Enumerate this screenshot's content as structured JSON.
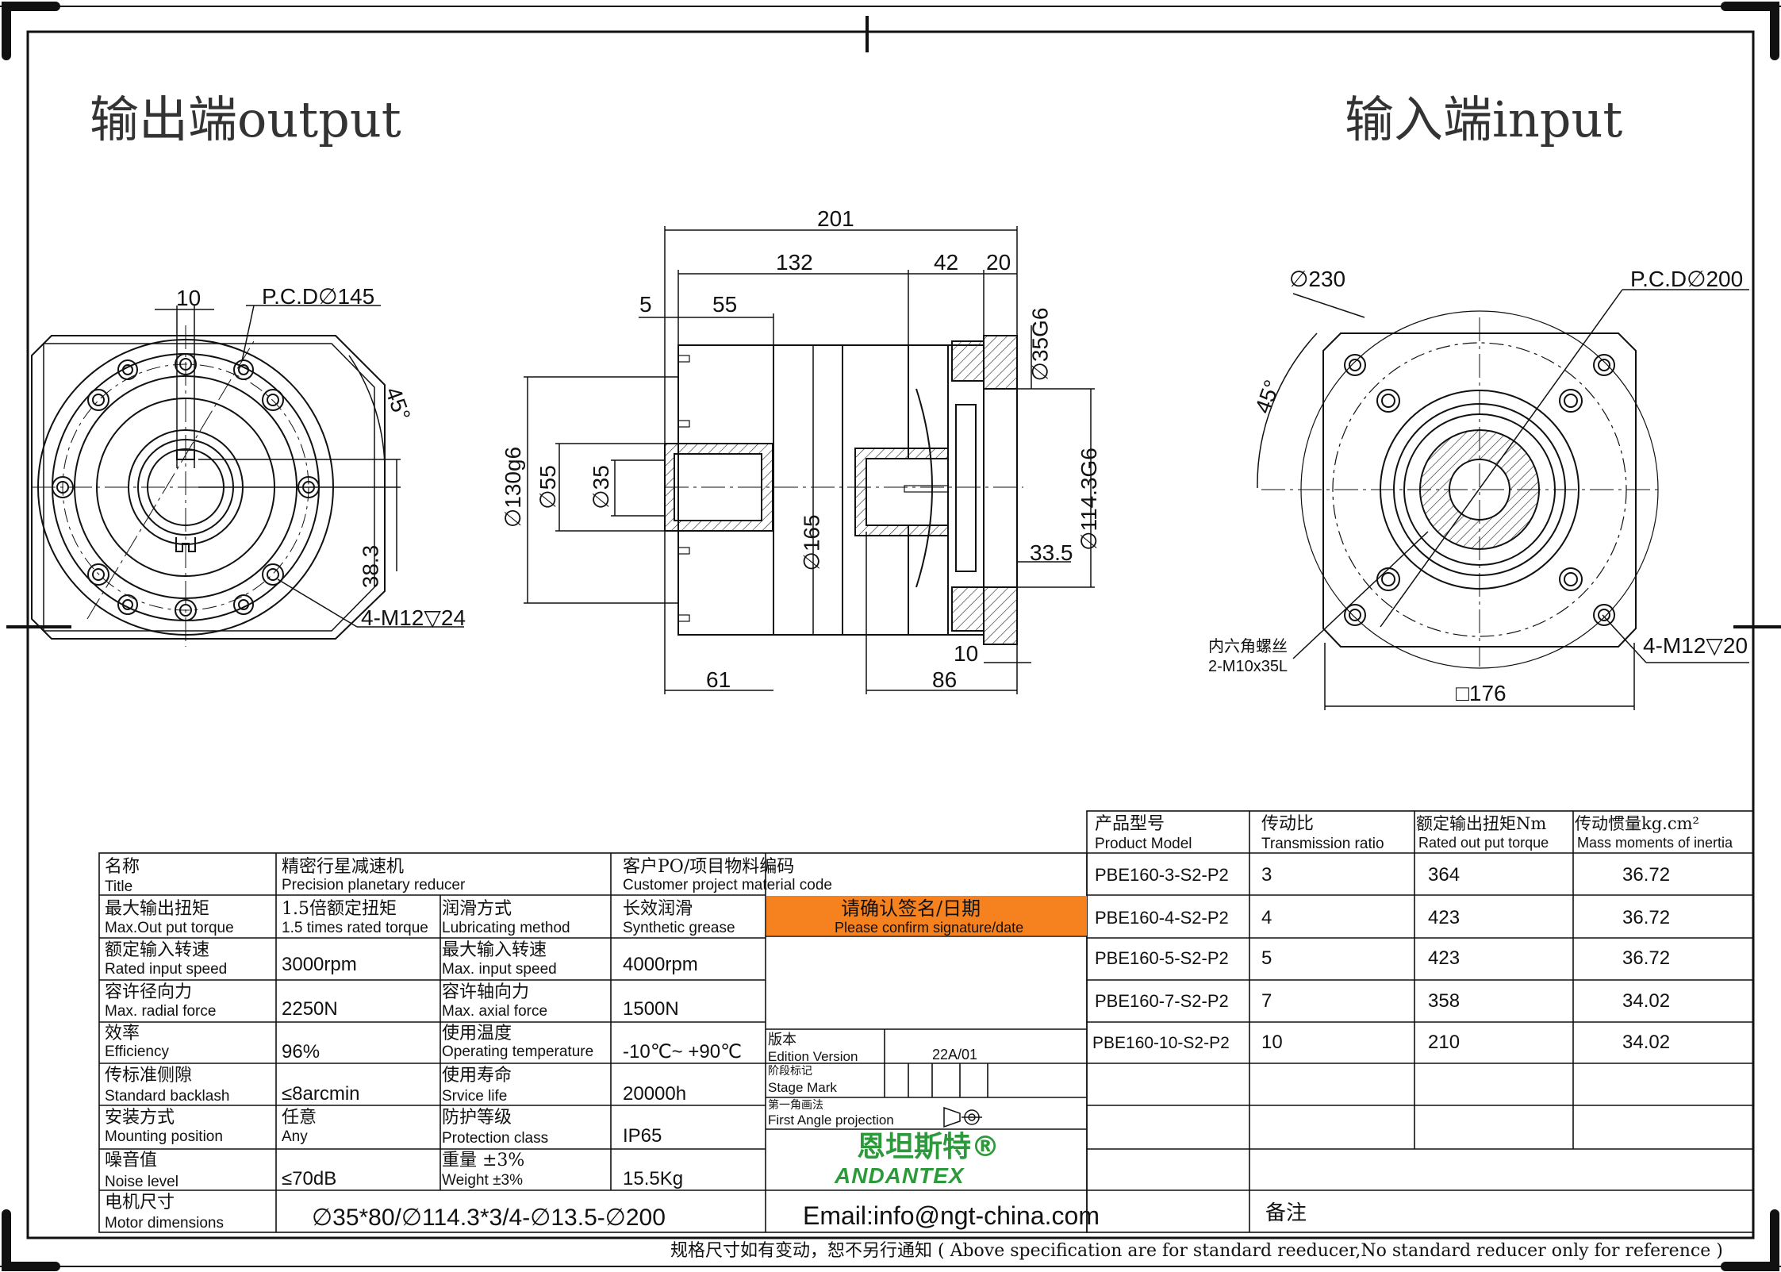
{
  "headings": {
    "output": "输出端output",
    "input": "输入端input"
  },
  "dims": {
    "left": {
      "d10": "10",
      "pcd": "P.C.D∅145",
      "deg45": "45°",
      "d38_3": "38.3",
      "m12": "4-M12▽24"
    },
    "side": {
      "d201": "201",
      "d132": "132",
      "d42": "42",
      "d20": "20",
      "d5": "5",
      "d55": "55",
      "d35g6": "∅35G6",
      "d130": "∅130g6",
      "d55dia": "∅55",
      "d35dia": "∅35",
      "d165": "∅165",
      "d114": "∅114.3G6",
      "d33_5": "33.5",
      "d10": "10",
      "d61": "61",
      "d86": "86"
    },
    "right": {
      "d230": "∅230",
      "pcd": "P.C.D∅200",
      "deg45": "45°",
      "hex_cn": "内六角螺丝",
      "hex_en": "2-M10x35L",
      "m12": "4-M12▽20",
      "sq176": "□176"
    }
  },
  "spec_table": {
    "title_cn": "名称",
    "title_en": "Title",
    "product_cn": "精密行星减速机",
    "product_en": "Precision planetary reducer",
    "customer_cn": "客户PO/项目物料编码",
    "customer_en": "Customer project material code",
    "rows": [
      {
        "l_cn": "最大输出扭矩",
        "l_en": "Max.Out put torque",
        "v_cn": "1.5倍额定扭矩",
        "v_en": "1.5 times rated torque",
        "r_cn": "润滑方式",
        "r_en": "Lubricating method",
        "rv_cn": "长效润滑",
        "rv_en": "Synthetic grease"
      },
      {
        "l_cn": "额定输入转速",
        "l_en": "Rated input speed",
        "v": "3000rpm",
        "r_cn": "最大输入转速",
        "r_en": "Max. input speed",
        "rv": "4000rpm"
      },
      {
        "l_cn": "容许径向力",
        "l_en": "Max. radial force",
        "v": "2250N",
        "r_cn": "容许轴向力",
        "r_en": "Max. axial force",
        "rv": "1500N"
      },
      {
        "l_cn": "效率",
        "l_en": "Efficiency",
        "v": "96%",
        "r_cn": "使用温度",
        "r_en": "Operating temperature",
        "rv": "-10℃~ +90℃"
      },
      {
        "l_cn": "传标准侧隙",
        "l_en": "Standard backlash",
        "v": "≤8arcmin",
        "r_cn": "使用寿命",
        "r_en": "Srvice life",
        "rv": "20000h"
      },
      {
        "l_cn": "安装方式",
        "l_en": "Mounting position",
        "v_cn": "任意",
        "v_en": "Any",
        "r_cn": "防护等级",
        "r_en": "Protection class",
        "rv": "IP65"
      },
      {
        "l_cn": "噪音值",
        "l_en": "Noise level",
        "v": "≤70dB",
        "r_cn": "重量 ±3%",
        "r_en": "Weight ±3%",
        "rv": "15.5Kg"
      }
    ],
    "motor_cn": "电机尺寸",
    "motor_en": "Motor dimensions",
    "motor_value": "∅35*80/∅114.3*3/4-∅13.5-∅200",
    "confirm_cn": "请确认签名/日期",
    "confirm_en": "Please confirm signature/date",
    "edition_cn": "版本",
    "edition_en": "Edition Version",
    "edition_value": "22A/01",
    "stage_cn": "阶段标记",
    "stage_en": "Stage Mark",
    "proj_cn": "第一角画法",
    "proj_en": "First Angle projection",
    "logo_cn": "恩坦斯特®",
    "logo_en": "ANDANTEX",
    "email": "Email:info@ngt-china.com",
    "remark": "备注",
    "footnote": "规格尺寸如有变动，恕不另行通知 ( Above specification are for standard reeducer,No standard reducer only for reference )"
  },
  "model_table": {
    "headers": [
      {
        "cn": "产品型号",
        "en": "Product Model"
      },
      {
        "cn": "传动比",
        "en": "Transmission ratio"
      },
      {
        "cn": "额定输出扭矩Nm",
        "en": "Rated out put torque"
      },
      {
        "cn": "传动惯量kg.cm²",
        "en": "Mass moments of inertia"
      }
    ],
    "rows": [
      [
        "PBE160-3-S2-P2",
        "3",
        "364",
        "36.72"
      ],
      [
        "PBE160-4-S2-P2",
        "4",
        "423",
        "36.72"
      ],
      [
        "PBE160-5-S2-P2",
        "5",
        "423",
        "36.72"
      ],
      [
        "PBE160-7-S2-P2",
        "7",
        "358",
        "34.02"
      ],
      [
        "PBE160-10-S2-P2",
        "10",
        "210",
        "34.02"
      ]
    ]
  }
}
